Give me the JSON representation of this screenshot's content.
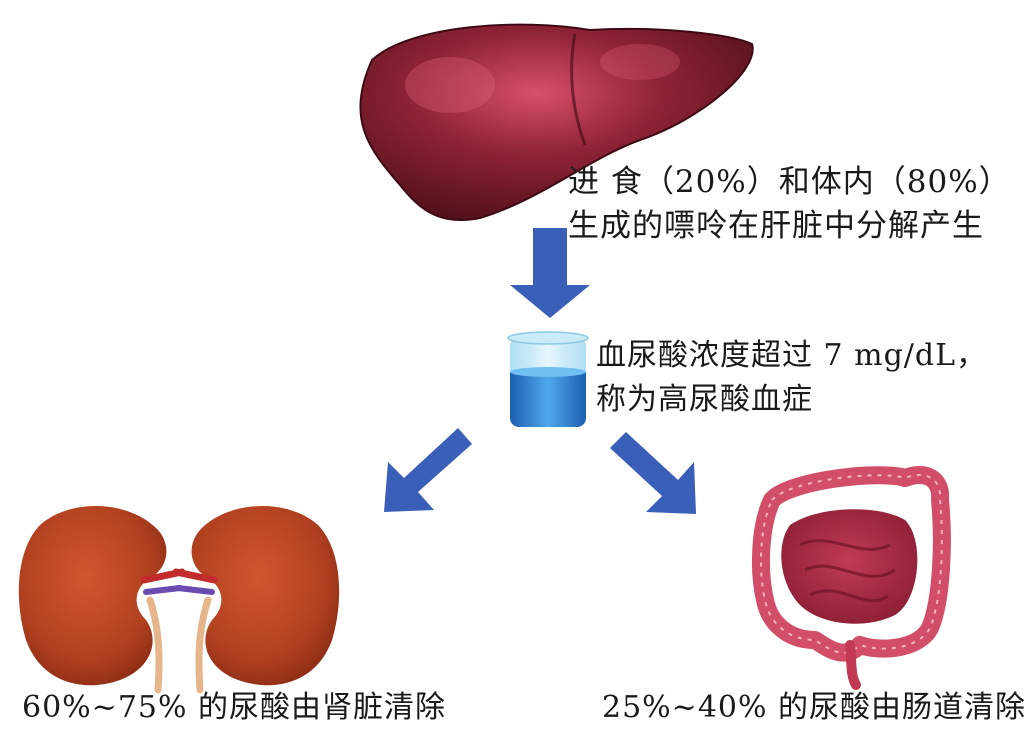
{
  "liver": {
    "line1": "进 食（20%）和体内（80%）",
    "line2": "生成的嘌呤在肝脏中分解产生"
  },
  "blood": {
    "line1": "血尿酸浓度超过 7 mg/dL，",
    "line2": "称为高尿酸血症"
  },
  "kidney": {
    "caption": "60%~75% 的尿酸由肾脏清除"
  },
  "intestine": {
    "caption": "25%~40% 的尿酸由肠道清除"
  },
  "colors": {
    "arrow": "#3a5fb8",
    "liver": "#7a1a2a",
    "kidney": "#b8452a",
    "intestine": "#c8405a",
    "beaker_liquid": "#2f86d6"
  }
}
